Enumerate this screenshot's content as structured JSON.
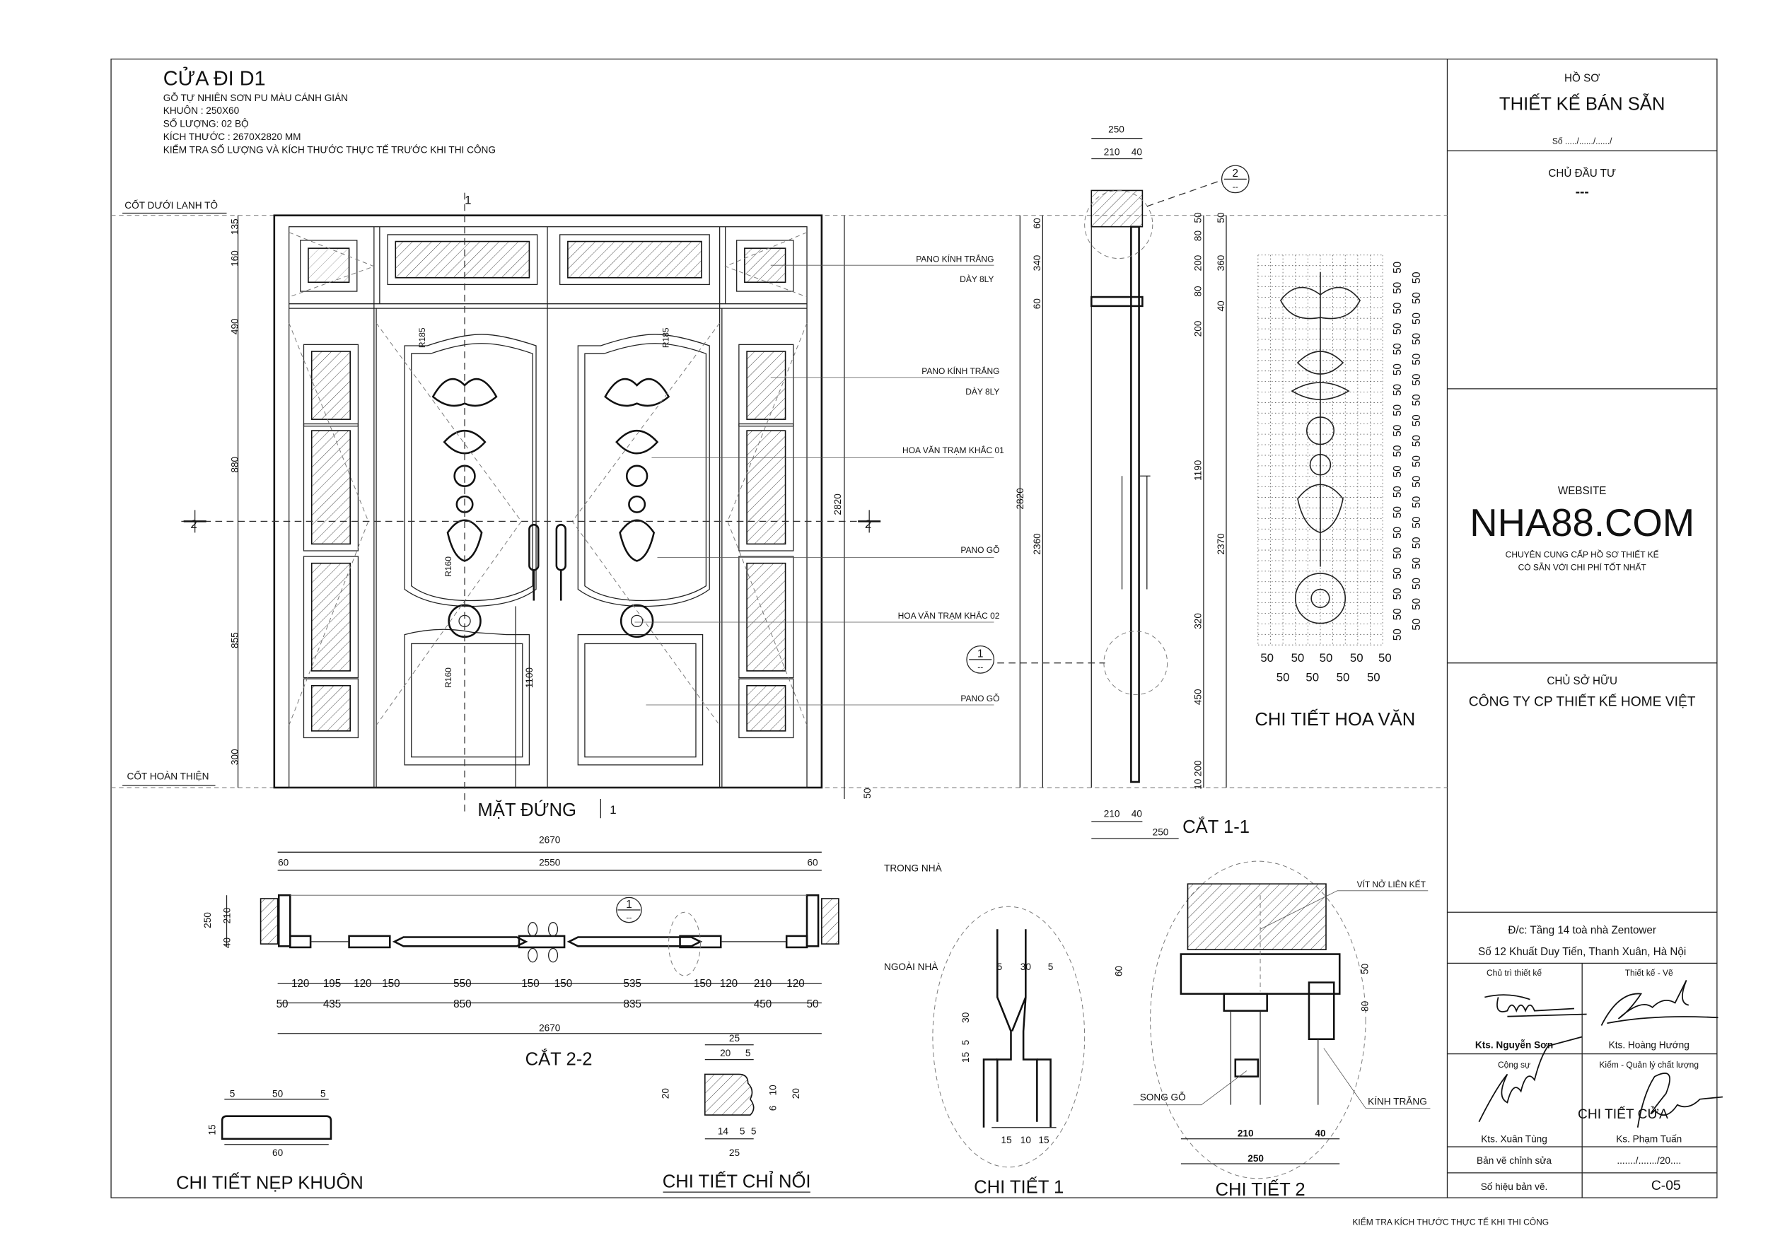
{
  "header": {
    "title": "CỬA ĐI D1",
    "lines": [
      "GỖ TỰ NHIÊN SƠN PU MÀU CÁNH GIÁN",
      "KHUÔN : 250X60",
      "SỐ LƯỢNG: 02 BỘ",
      "KÍCH THƯỚC : 2670X2820 MM",
      "KIỂM TRA SỐ LƯỢNG VÀ KÍCH THƯỚC THỰC TẾ TRƯỚC KHI THI CÔNG"
    ]
  },
  "title_block": {
    "ho_so": "HỒ SƠ",
    "project": "THIẾT KẾ BÁN SẴN",
    "number": "Số ...../....../....../",
    "investor_label": "CHỦ ĐẦU TƯ",
    "investor": "---",
    "website_label": "WEBSITE",
    "website": "NHA88.COM",
    "slogan": [
      "CHUYÊN CUNG CẤP HỒ SƠ THIẾT KẾ",
      "CÓ SẴN VỚI CHI PHÍ TỐT NHẤT"
    ],
    "owner_label": "CHỦ SỞ HỮU",
    "owner": "CÔNG TY CP THIẾT KẾ HOME VIỆT",
    "address": [
      "Đ/c: Tầng 14 toà nhà Zentower",
      "Số 12 Khuất Duy Tiến, Thanh Xuân, Hà Nội"
    ],
    "roles": [
      {
        "role": "Chủ trì thiết kế",
        "name": "Kts. Nguyễn Sơn"
      },
      {
        "role": "Thiết kế - Vẽ",
        "name": "Kts. Hoàng Hướng"
      },
      {
        "role": "Cộng sự",
        "name": "Kts. Xuân Tùng"
      },
      {
        "role": "Kiểm - Quản lý chất lượng",
        "name": "Ks. Phạm Tuấn"
      }
    ],
    "overlay_text": "CHI TIẾT CỬA",
    "revision_label": "Bản vẽ chỉnh sửa",
    "revision_date": "......./......./20....",
    "sheet_label": "Số hiệu bản vẽ.",
    "sheet_number": "C-05"
  },
  "footer_note": "KIỂM TRA KÍCH THƯỚC THỰC TẾ KHI THI CÔNG",
  "elevation": {
    "title": "MẶT ĐỨNG",
    "datum_top": "CỐT DƯỚI LANH TÔ",
    "datum_bottom": "CỐT HOÀN THIỆN",
    "left_dims": [
      "135",
      "160",
      "490",
      "880",
      "855",
      "300"
    ],
    "right_dim": "2820",
    "bottom_dim": "50",
    "center_dim": "1100",
    "radii": [
      "R185",
      "R185",
      "R160",
      "R160"
    ],
    "section_marks": [
      "1",
      "1",
      "2",
      "2"
    ],
    "callouts": [
      "PANO KÍNH TRẮNG",
      "DÀY 8LY",
      "PANO KÍNH TRẮNG",
      "DÀY 8LY",
      "HOA VĂN TRẠM KHẮC 01",
      "PANO GỖ",
      "HOA VĂN TRẠM KHẮC 02",
      "PANO GỖ"
    ]
  },
  "section_1_1": {
    "title": "CẮT 1-1",
    "top_dims": [
      "250",
      "210",
      "40"
    ],
    "bottom_dims": [
      "210",
      "40",
      "250"
    ],
    "left_dims": [
      "60",
      "340",
      "60",
      "2820",
      "2360"
    ],
    "right_dims_a": [
      "50",
      "80",
      "200",
      "80",
      "200",
      "1190",
      "320",
      "450",
      "200",
      "10"
    ],
    "right_dims_b": [
      "50",
      "360",
      "40",
      "2370"
    ],
    "markers": [
      {
        "num": "2",
        "sub": "--"
      },
      {
        "num": "1",
        "sub": "--"
      }
    ]
  },
  "pattern_detail": {
    "title": "CHI TIẾT HOA VĂN",
    "right_dims": [
      "50",
      "50",
      "50",
      "50",
      "50",
      "50",
      "50",
      "50",
      "50",
      "50",
      "50",
      "50",
      "50",
      "50",
      "50",
      "50",
      "50",
      "50",
      "50",
      "50",
      "50",
      "50",
      "50",
      "50",
      "50",
      "50",
      "50",
      "50",
      "50",
      "50",
      "50",
      "50",
      "50",
      "50",
      "50",
      "50",
      "50"
    ],
    "bottom_dims": [
      "50",
      "50",
      "50",
      "50",
      "50",
      "50",
      "50",
      "50",
      "50"
    ]
  },
  "section_2_2": {
    "title": "CẮT 2-2",
    "inside": "TRONG NHÀ",
    "outside": "NGOÀI NHÀ",
    "top_dims": [
      "2670",
      "60",
      "2550",
      "60"
    ],
    "side_dims": [
      "250",
      "210",
      "40"
    ],
    "row1": [
      "120",
      "195",
      "120",
      "150",
      "550",
      "150",
      "150",
      "535",
      "150",
      "120",
      "210",
      "120"
    ],
    "row2": [
      "50",
      "435",
      "850",
      "835",
      "450",
      "50"
    ],
    "total": "2670",
    "marker": {
      "num": "1",
      "sub": "--"
    }
  },
  "frame_trim": {
    "title": "CHI TIẾT NẸP KHUÔN",
    "dims": [
      "5",
      "50",
      "5",
      "15",
      "60"
    ]
  },
  "molding": {
    "title": "CHI TIẾT CHỈ NỔI",
    "dims": [
      "25",
      "20",
      "5",
      "20",
      "10",
      "6",
      "20",
      "14",
      "5",
      "5",
      "25"
    ]
  },
  "detail_1": {
    "title": "CHI TIẾT 1",
    "dims": [
      "5",
      "30",
      "5",
      "30",
      "5",
      "15",
      "15",
      "10",
      "15"
    ]
  },
  "detail_2": {
    "title": "CHI TIẾT 2",
    "dims": [
      "60",
      "50",
      "80",
      "210",
      "40",
      "250"
    ],
    "labels": [
      "VÍT NỞ LIÊN KẾT",
      "SONG GỖ",
      "KÍNH TRẮNG"
    ]
  }
}
